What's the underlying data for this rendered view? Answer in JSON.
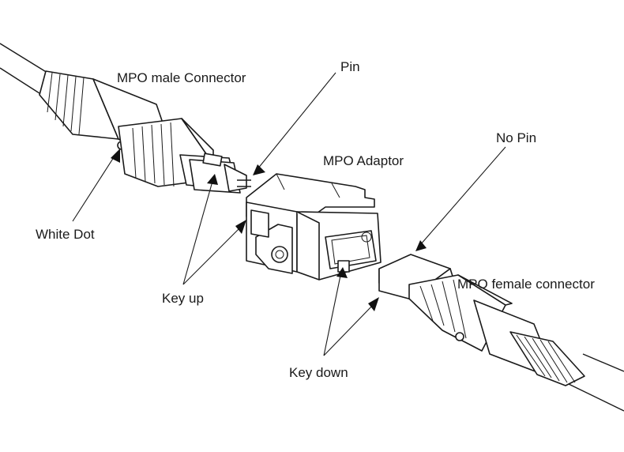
{
  "labels": {
    "male_connector": "MPO male Connector",
    "pin": "Pin",
    "adaptor": "MPO Adaptor",
    "no_pin": "No Pin",
    "white_dot": "White Dot",
    "key_up": "Key up",
    "female_connector": "MPO female connector",
    "key_down": "Key down"
  }
}
